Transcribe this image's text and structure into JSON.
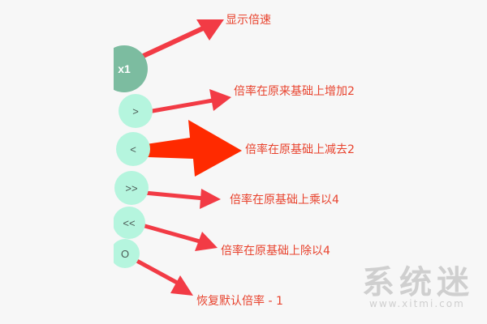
{
  "buttons": {
    "speed_display": "x1",
    "increase": ">",
    "decrease": "<",
    "multiply": ">>",
    "divide": "<<",
    "reset": "O"
  },
  "annotations": {
    "speed_display": "显示倍速",
    "increase": "倍率在原来基础上增加2",
    "decrease": "倍率在原基础上减去2",
    "multiply": "倍率在原基础上乘以4",
    "divide": "倍率在原基础上除以4",
    "reset": "恢复默认倍率 - 1"
  },
  "watermark": {
    "brand": "系统迷",
    "url": "www.xitmi.com"
  },
  "colors": {
    "annotation_text": "#e8432e",
    "arrow": "#f23b45",
    "arrow_big": "#ff2a00",
    "speed_button": "#7cbca0",
    "control_button": "#b5f5de"
  }
}
